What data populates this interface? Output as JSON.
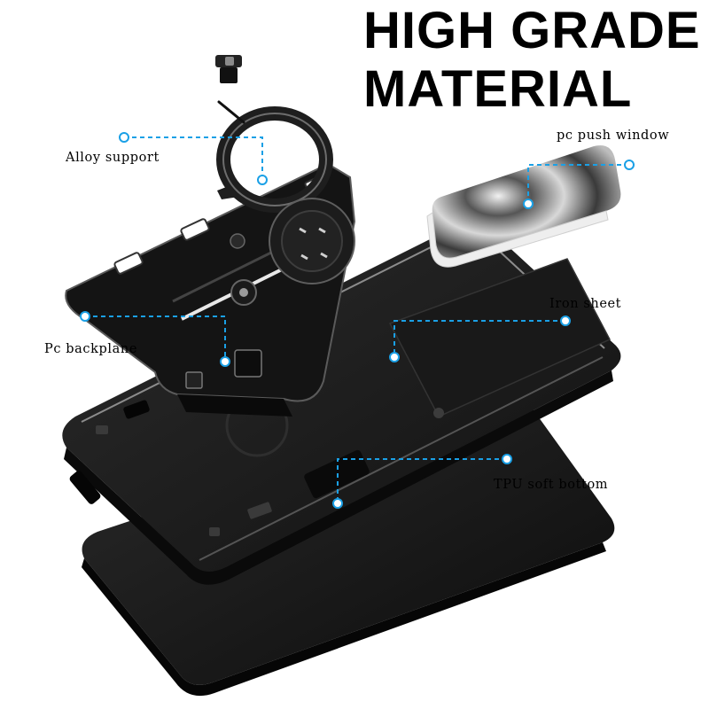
{
  "headline": {
    "line1": "HIGH GRADE",
    "line2": "MATERIAL"
  },
  "callouts": {
    "alloy_support": "Alloy support",
    "pc_push_window": "pc push window",
    "iron_sheet": "Iron sheet",
    "pc_backplane": "Pc backplane",
    "tpu_soft_bottom": "TPU soft bottom"
  },
  "colors": {
    "accent": "#1aa0e6",
    "text": "#000000",
    "case_black": "#1b1b1b"
  }
}
